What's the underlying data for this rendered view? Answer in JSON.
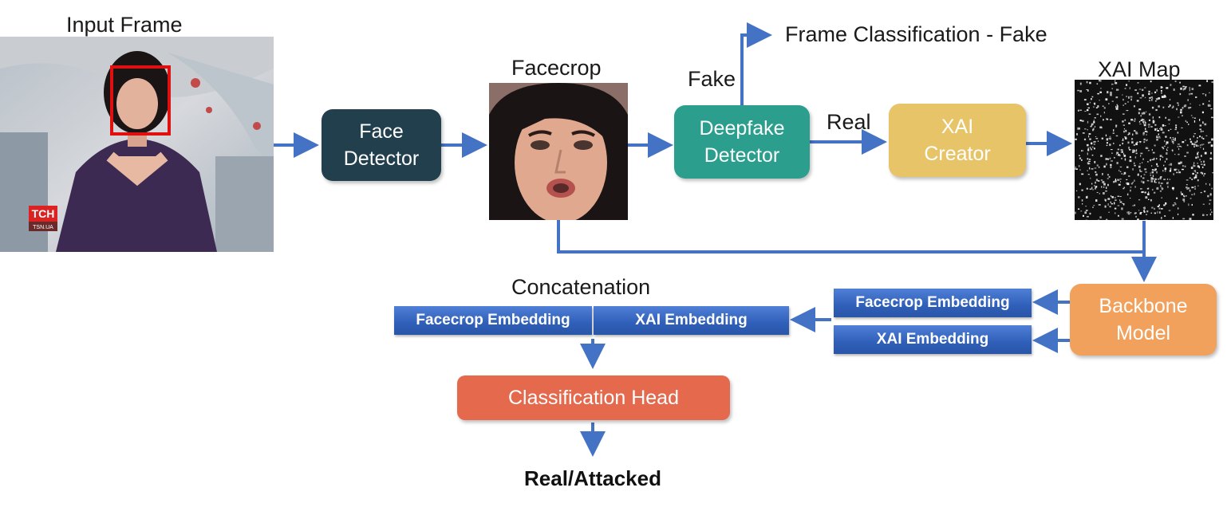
{
  "labels": {
    "input_frame": "Input Frame",
    "facecrop": "Facecrop",
    "xai_map": "XAI Map",
    "frame_classification": "Frame Classification - Fake",
    "fake": "Fake",
    "real": "Real",
    "concatenation": "Concatenation",
    "output": "Real/Attacked"
  },
  "boxes": {
    "face_detector": "Face\nDetector",
    "deepfake_detector": "Deepfake\nDetector",
    "xai_creator": "XAI\nCreator",
    "backbone_model": "Backbone\nModel",
    "classification_head": "Classification Head"
  },
  "embeddings": {
    "facecrop": "Facecrop  Embedding",
    "xai": "XAI Embedding",
    "concat_facecrop": "Facecrop  Embedding",
    "concat_xai": "XAI Embedding"
  },
  "images": {
    "news_logo": "TCH",
    "news_url": "TSN.UA"
  },
  "colors": {
    "arrow": "#4472c4",
    "face_detector": "#213f4d",
    "deepfake_detector": "#2b9e8d",
    "xai_creator": "#e8c468",
    "backbone_model": "#f2a15c",
    "classification_head": "#e5694d",
    "face_box": "#e01010"
  }
}
